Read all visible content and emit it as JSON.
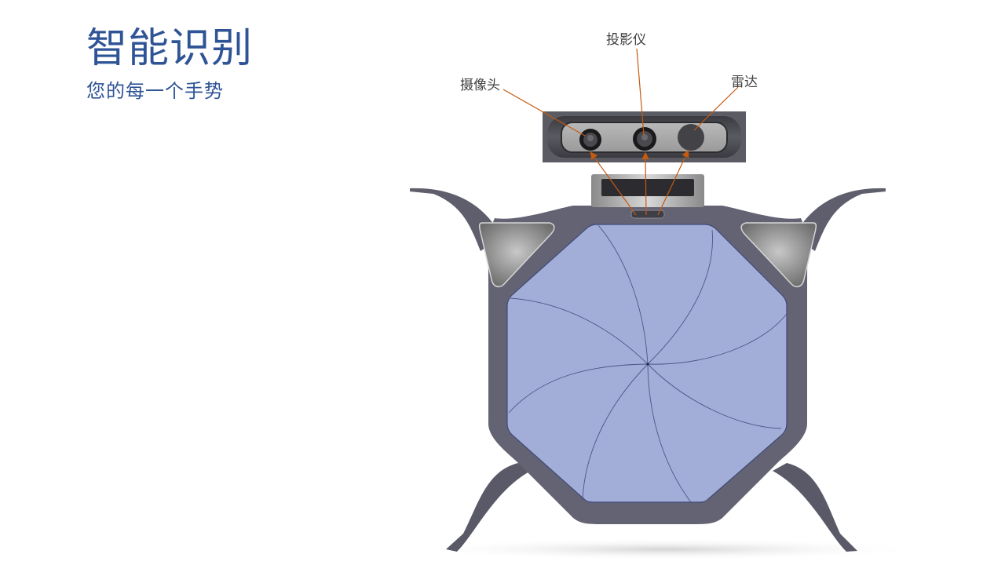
{
  "slide": {
    "title": "智能识别",
    "subtitle": "您的每一个手势"
  },
  "callouts": [
    {
      "id": "camera",
      "label": "摄像头"
    },
    {
      "id": "projector",
      "label": "投影仪"
    },
    {
      "id": "radar",
      "label": "雷达"
    }
  ],
  "colors": {
    "title": "#2f5496",
    "callout_line": "#c55a11",
    "frame": "#646373",
    "panel": "#a3aed8",
    "sensor_bar": "#5b5b63"
  }
}
